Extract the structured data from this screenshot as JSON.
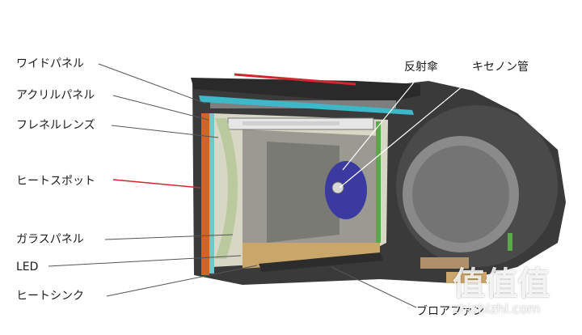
{
  "labels": {
    "wide_panel": "ワイドパネル",
    "acrylic_panel": "アクリルパネル",
    "fresnel_lens": "フレネルレンズ",
    "heat_spot": "ヒートスポット",
    "glass_panel": "ガラスパネル",
    "led": "LED",
    "heat_sink": "ヒートシンク",
    "reflector": "反射傘",
    "xenon_tube": "キセノン管",
    "blower_fan": "ブロアファン"
  },
  "watermark": {
    "glyphs": "值值值",
    "site": "zhizhizhi.com"
  },
  "colors": {
    "housing": "#3a3a3a",
    "housing_light": "#6b6b6b",
    "orange_panel": "#d0642a",
    "cyan_panel": "#3cb8c8",
    "red_line": "#d0282e",
    "leader": "#555555",
    "reflector_blue": "#3a3aa0"
  }
}
